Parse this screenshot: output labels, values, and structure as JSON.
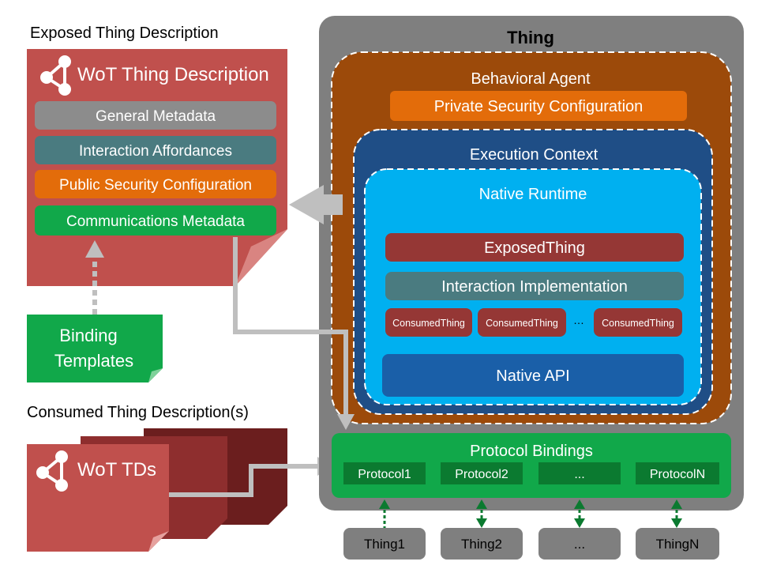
{
  "exposed": {
    "heading": "Exposed Thing Description",
    "card_title": "WoT Thing Description",
    "sections": [
      {
        "label": "General Metadata",
        "color": "#8C8C8C"
      },
      {
        "label": "Interaction Affordances",
        "color": "#4A7B80"
      },
      {
        "label": "Public Security Configuration",
        "color": "#E36C0A"
      },
      {
        "label": "Communications Metadata",
        "color": "#11A84A"
      }
    ],
    "binding_templates_lines": [
      "Binding",
      "Templates"
    ]
  },
  "consumed": {
    "heading": "Consumed Thing Description(s)",
    "card_title": "WoT TDs"
  },
  "thing": {
    "title": "Thing",
    "behavioral_agent": "Behavioral Agent",
    "private_security": "Private Security Configuration",
    "execution_context": "Execution Context",
    "native_runtime": "Native Runtime",
    "exposed_thing": "ExposedThing",
    "interaction_impl": "Interaction Implementation",
    "consumed_things": [
      "ConsumedThing",
      "ConsumedThing",
      "…",
      "ConsumedThing"
    ],
    "native_api": "Native API",
    "protocol_bindings": "Protocol Bindings",
    "protocols": [
      "Protocol1",
      "Protocol2",
      "...",
      "ProtocolN"
    ]
  },
  "remote_things": [
    "Thing1",
    "Thing2",
    "...",
    "ThingN"
  ],
  "colors": {
    "td_red": "#C0504D",
    "thing_gray": "#7F7F7F",
    "agent_brown": "#9C4A0A",
    "orange": "#E36C0A",
    "exec_blue": "#1F4E86",
    "runtime_cyan": "#00B0F0",
    "dark_red": "#953735",
    "teal": "#4A7B80",
    "green": "#11A84A",
    "dark_green": "#0B7A30",
    "native_api_blue": "#1A5FA8"
  }
}
